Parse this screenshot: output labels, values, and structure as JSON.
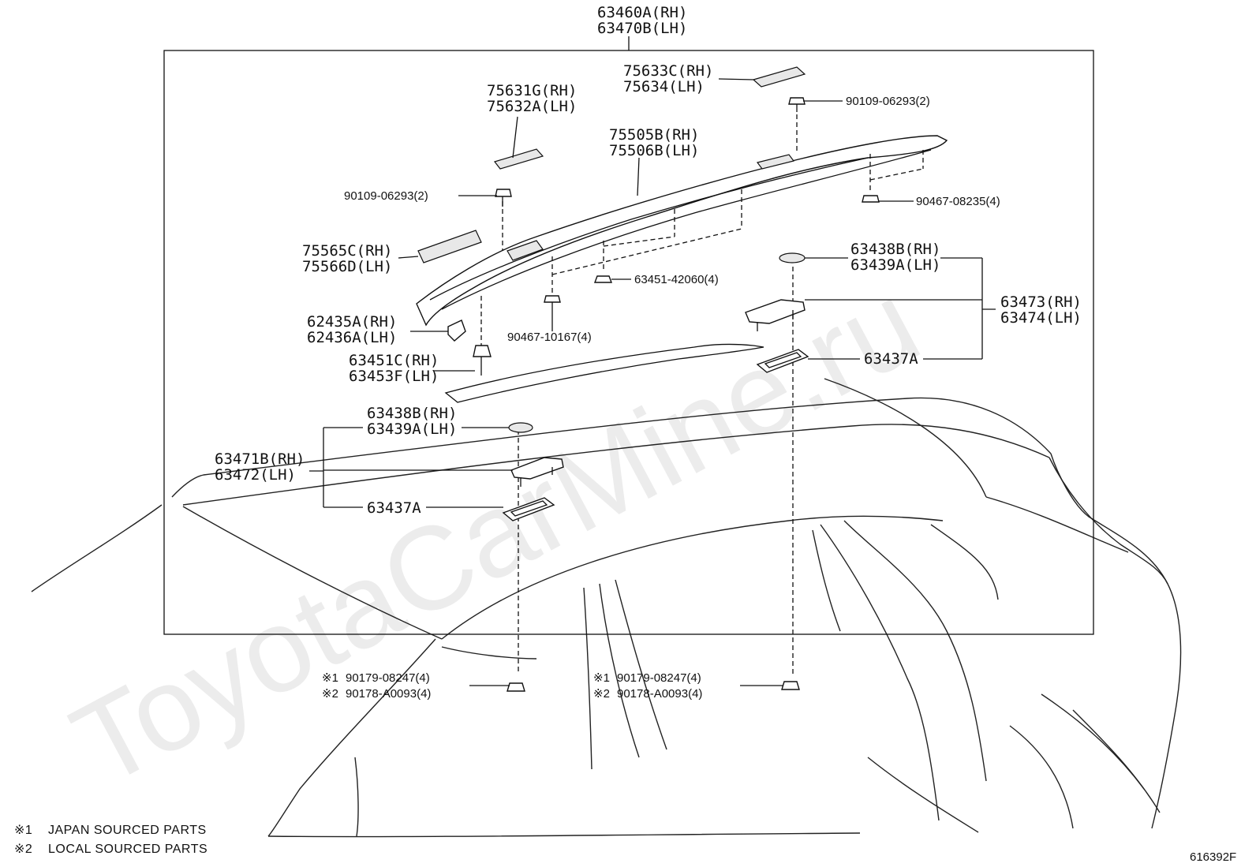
{
  "watermark": "ToyotaCarMine.ru",
  "diagram_code": "616392F",
  "callouts": {
    "rail_assy": [
      "63460A(RH)",
      "63470B(LH)"
    ],
    "cover_front_end": [
      "75631G(RH)",
      "75632A(LH)"
    ],
    "cover_rear_end": [
      "75633C(RH)",
      "75634(LH)"
    ],
    "rail_moulding": [
      "75505B(RH)",
      "75506B(LH)"
    ],
    "bolt_rear": [
      "90109-06293(2)"
    ],
    "bolt_front": [
      "90109-06293(2)"
    ],
    "nut_rear": [
      "90467-08235(4)"
    ],
    "cover_front": [
      "75565C(RH)",
      "75566D(LH)"
    ],
    "clip_rail": [
      "63451-42060(4)"
    ],
    "clip_small": [
      "90467-10167(4)"
    ],
    "end_cover": [
      "62435A(RH)",
      "62436A(LH)"
    ],
    "clip_front": [
      "63451C(RH)",
      "63453F(LH)"
    ],
    "pad_rear": [
      "63438B(RH)",
      "63439A(LH)"
    ],
    "leg_rear": [
      "63473(RH)",
      "63474(LH)"
    ],
    "gasket_rear": [
      "63437A"
    ],
    "pad_front": [
      "63438B(RH)",
      "63439A(LH)"
    ],
    "leg_front": [
      "63471B(RH)",
      "63472(LH)"
    ],
    "gasket_front": [
      "63437A"
    ],
    "nut_left": [
      "90179-08247(4)",
      "90178-A0093(4)"
    ],
    "nut_right": [
      "90179-08247(4)",
      "90178-A0093(4)"
    ],
    "note_codes": [
      "※1",
      "※2"
    ]
  },
  "legend": [
    {
      "mark": "※1",
      "text": "JAPAN SOURCED PARTS"
    },
    {
      "mark": "※2",
      "text": "LOCAL SOURCED PARTS"
    }
  ]
}
